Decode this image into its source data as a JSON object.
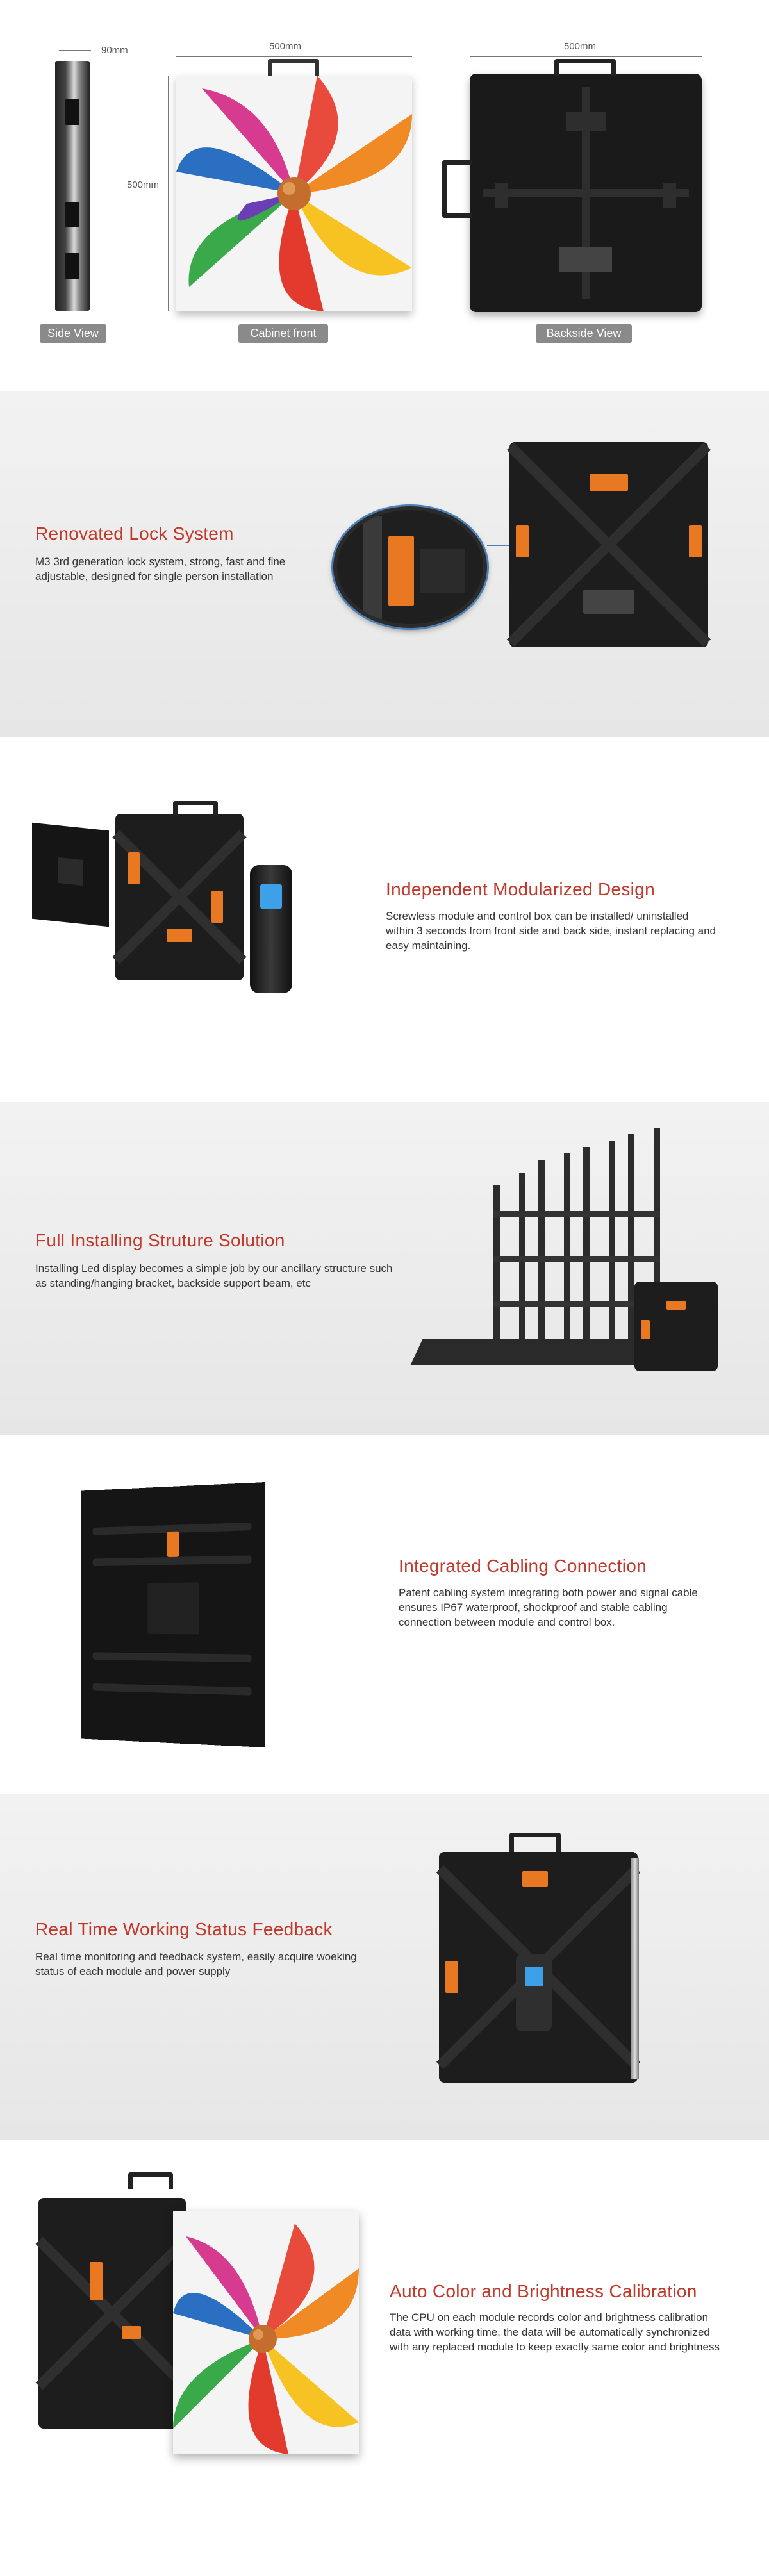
{
  "section_views": {
    "dim_side": "90mm",
    "dim_front_width": "500mm",
    "dim_front_height": "500mm",
    "dim_back_width": "500mm",
    "labels": {
      "side": "Side View",
      "front": "Cabinet front",
      "back": "Backside View"
    }
  },
  "features": [
    {
      "title": "Renovated Lock System",
      "description": "M3 3rd generation lock system, strong, fast and fine adjustable, designed for single person installation"
    },
    {
      "title": "Independent Modularized Design",
      "description": "Screwless module and control box can be installed/ uninstalled within 3 seconds from front side and back side, instant replacing and easy maintaining."
    },
    {
      "title": "Full Installing Struture Solution",
      "description": "Installing Led display becomes a simple job by our ancillary structure such as standing/hanging bracket, backside support beam, etc"
    },
    {
      "title": "Integrated Cabling Connection",
      "description": "Patent cabling system integrating both power and signal cable ensures IP67 waterproof, shockproof and stable cabling connection between module and control box."
    },
    {
      "title": "Real Time Working Status Feedback",
      "description": "Real time monitoring and feedback system, easily acquire woeking status of each module and power supply"
    },
    {
      "title": "Auto Color and Brightness Calibration",
      "description": "The CPU on each module records color and brightness calibration data with working time, the data will be automatically synchronized with any replaced module to keep exactly same color and brightness"
    }
  ],
  "colors": {
    "title_red": "#c0392b",
    "accent_orange": "#e87822",
    "label_grey": "#8a8a8a",
    "section_grey": "#ececec"
  }
}
